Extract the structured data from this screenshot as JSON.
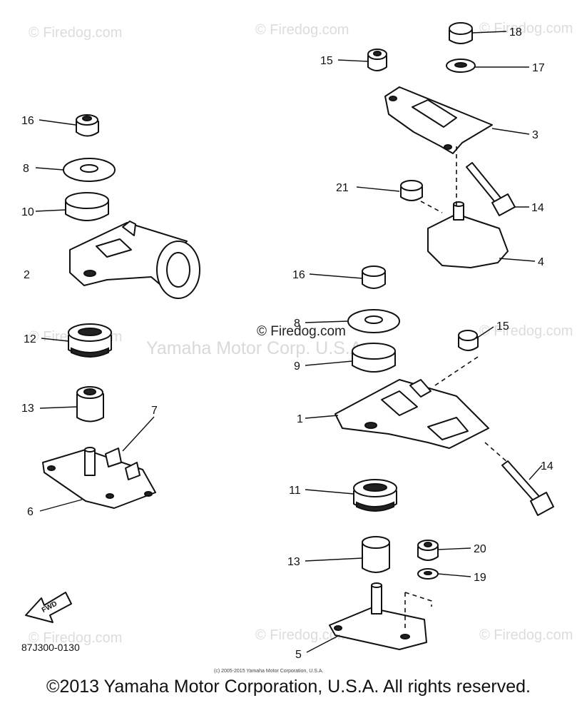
{
  "watermark": {
    "site": "© Firedog.com",
    "banner": "Yamaha Motor Corp. U.S.A."
  },
  "diagram": {
    "code": "87J300-0130",
    "fwd_label": "FWD",
    "credit_small": "(c) 2005-2015 Yamaha Motor Corporation, U.S.A.",
    "callouts": [
      {
        "id": "c16a",
        "text": "16"
      },
      {
        "id": "c8a",
        "text": "8"
      },
      {
        "id": "c10",
        "text": "10"
      },
      {
        "id": "c2",
        "text": "2"
      },
      {
        "id": "c12",
        "text": "12"
      },
      {
        "id": "c13a",
        "text": "13"
      },
      {
        "id": "c7",
        "text": "7"
      },
      {
        "id": "c6",
        "text": "6"
      },
      {
        "id": "c18",
        "text": "18"
      },
      {
        "id": "c15a",
        "text": "15"
      },
      {
        "id": "c17",
        "text": "17"
      },
      {
        "id": "c3",
        "text": "3"
      },
      {
        "id": "c21",
        "text": "21"
      },
      {
        "id": "c14a",
        "text": "14"
      },
      {
        "id": "c4",
        "text": "4"
      },
      {
        "id": "c16b",
        "text": "16"
      },
      {
        "id": "c8b",
        "text": "8"
      },
      {
        "id": "c15b",
        "text": "15"
      },
      {
        "id": "c9",
        "text": "9"
      },
      {
        "id": "c1",
        "text": "1"
      },
      {
        "id": "c14b",
        "text": "14"
      },
      {
        "id": "c11",
        "text": "11"
      },
      {
        "id": "c20",
        "text": "20"
      },
      {
        "id": "c13b",
        "text": "13"
      },
      {
        "id": "c19",
        "text": "19"
      },
      {
        "id": "c5",
        "text": "5"
      }
    ]
  },
  "footer": {
    "copyright": "©2013 Yamaha Motor Corporation, U.S.A. All rights reserved."
  }
}
